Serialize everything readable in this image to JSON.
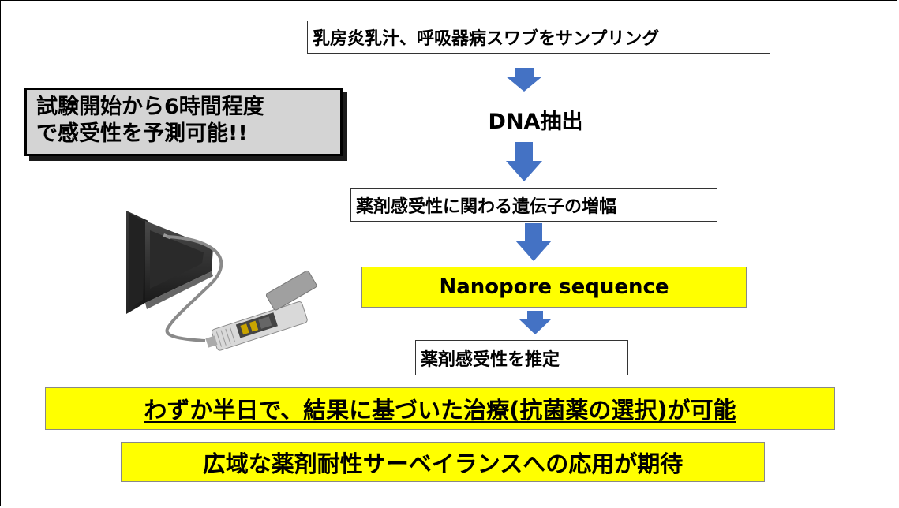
{
  "flow": {
    "step1": "乳房炎乳汁、呼吸器病スワブをサンプリング",
    "step2": "DNA抽出",
    "step3": "薬剤感受性に関わる遺伝子の増幅",
    "step4": "Nanopore sequence",
    "step5": "薬剤感受性を推定"
  },
  "callout": {
    "line1": "試験開始から6時間程度",
    "line2": "で感受性を予測可能!!"
  },
  "banners": {
    "result": "わずか半日で、結果に基づいた治療(抗菌薬の選択)が可能",
    "surveillance": "広域な薬剤耐性サーベイランスへの応用が期待"
  },
  "colors": {
    "arrow": "#4472c4",
    "highlight": "#ffff00",
    "callout_fill": "#d4d4d4"
  },
  "image": {
    "icon": "laptop-with-nanopore-sequencer"
  }
}
